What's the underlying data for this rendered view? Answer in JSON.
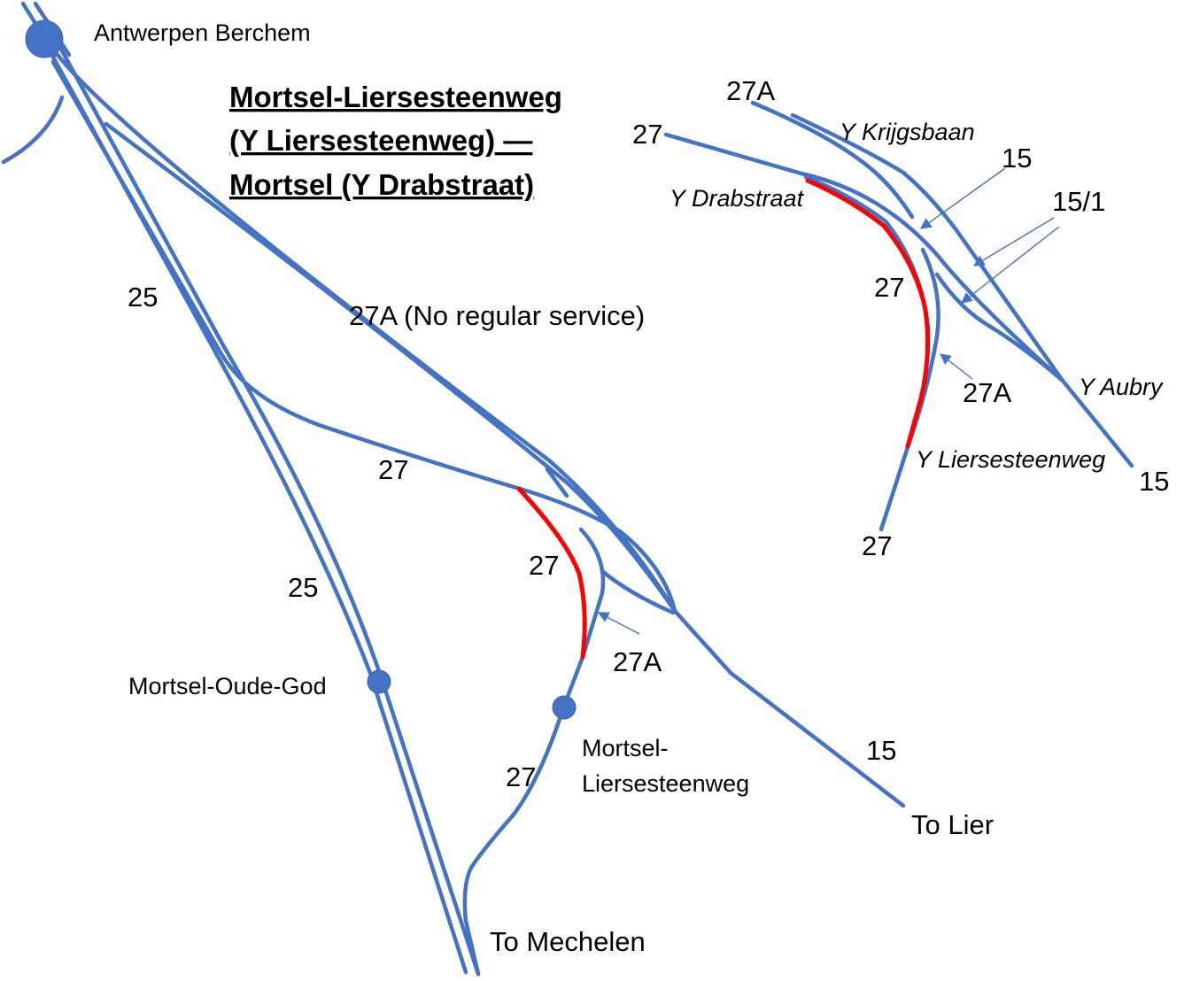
{
  "title": {
    "line1": "Mortsel-Liersesteenweg",
    "line2": "(Y Liersesteenweg) —",
    "line3": "Mortsel (Y Drabstraat)"
  },
  "colors": {
    "track": "#4472C4",
    "highlight": "#FF0000",
    "station": "#4472C4",
    "text": "#000000",
    "background": "#FFFFFF"
  },
  "stations": {
    "antwerpen_berchem": "Antwerpen Berchem",
    "mortsel_oude_god": "Mortsel-Oude-God",
    "mortsel_liersesteenweg_line1": "Mortsel-",
    "mortsel_liersesteenweg_line2": "Liersesteenweg"
  },
  "destinations": {
    "lier": "To Lier",
    "mechelen": "To Mechelen"
  },
  "main_map": {
    "line_25_upper": "25",
    "line_25_lower": "25",
    "line_27a_label": "27A (No regular service)",
    "line_27_upper": "27",
    "line_27_red": "27",
    "line_27a_pointer": "27A",
    "line_27_lower": "27",
    "line_15": "15"
  },
  "inset_map": {
    "line_27a_top": "27A",
    "line_27_left": "27",
    "line_15_top": "15",
    "line_15_1": "15/1",
    "line_27_red": "27",
    "line_27a_pointer": "27A",
    "line_15_bottom": "15",
    "line_27_bottom": "27",
    "junction_krijgsbaan": "Y Krijgsbaan",
    "junction_drabstraat": "Y Drabstraat",
    "junction_aubry": "Y Aubry",
    "junction_liersesteenweg": "Y Liersesteenweg"
  }
}
